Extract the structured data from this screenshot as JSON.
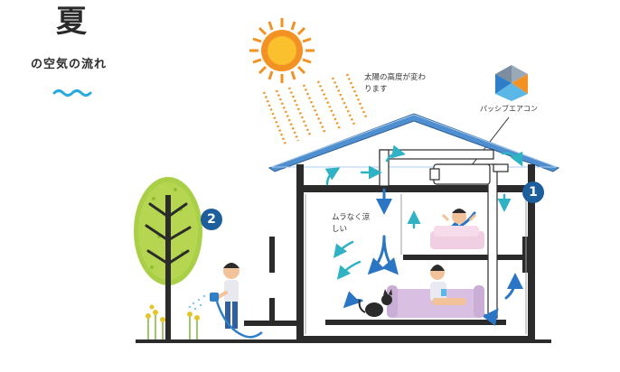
{
  "header": {
    "title": "夏",
    "subtitle": "の空気の流れ"
  },
  "labels": {
    "sun_altitude": "太陽の高度が変わります",
    "product": "パッシブエアコン",
    "even_cool": "ムラなく涼しい"
  },
  "badges": {
    "one": "1",
    "two": "2"
  },
  "colors": {
    "accent_blue": "#29a8e0",
    "roof_blue": "#4f8fd0",
    "badge_blue": "#1d5f9d",
    "airflow_teal": "#2fb3c4",
    "sun_orange": "#f39222",
    "structure_dark": "#2b2b2b"
  },
  "icons": [
    "sun-icon",
    "wave-icon",
    "passive-aircon-logo-icon",
    "tree-icon",
    "cat-icon"
  ]
}
